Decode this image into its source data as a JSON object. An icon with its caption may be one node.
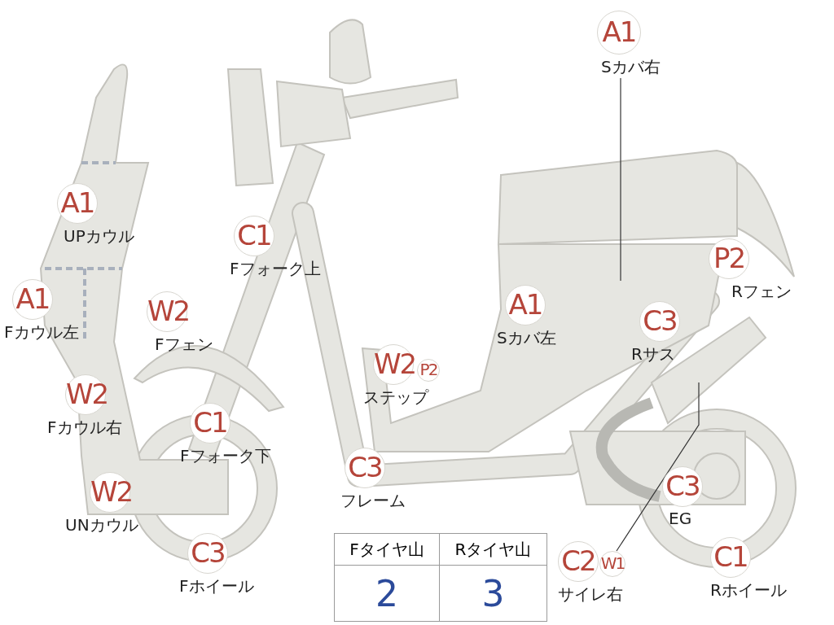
{
  "diagram": {
    "nodes": [
      {
        "text": [
          "A1"
        ],
        "beside": [
          "Sカバ右"
        ]
      },
      {
        "text": [
          "A1"
        ],
        "beside": [
          "UPカウル"
        ]
      },
      {
        "text": [
          "C1"
        ],
        "beside": [
          "Fフォーク上"
        ]
      },
      {
        "text": [
          "P2"
        ],
        "beside": [
          "Rフェン"
        ]
      },
      {
        "text": [
          "A1"
        ],
        "beside": [
          "Fカウル左"
        ]
      },
      {
        "text": [
          "W2"
        ],
        "beside": [
          "Fフェン"
        ]
      },
      {
        "text": [
          "A1"
        ],
        "beside": [
          "Sカバ左"
        ]
      },
      {
        "text": [
          "C3"
        ],
        "beside": [
          "Rサス"
        ]
      },
      {
        "text": [
          "W2"
        ],
        "beside": [
          "ステップ"
        ]
      },
      {
        "text": [
          "P2"
        ]
      },
      {
        "text": [
          "W2"
        ],
        "beside": [
          "Fカウル右"
        ]
      },
      {
        "text": [
          "C1"
        ],
        "beside": [
          "Fフォーク下"
        ]
      },
      {
        "text": [
          "C3"
        ],
        "beside": [
          "フレーム"
        ]
      },
      {
        "text": [
          "W2"
        ],
        "beside": [
          "UNカウル"
        ]
      },
      {
        "text": [
          "C3"
        ],
        "beside": [
          "EG"
        ]
      },
      {
        "text": [
          "C3"
        ],
        "beside": [
          "Fホイール"
        ]
      },
      {
        "text": [
          "C2"
        ],
        "beside": [
          "サイレ右"
        ]
      },
      {
        "text": [
          "W1"
        ]
      },
      {
        "text": [
          "C1"
        ],
        "beside": [
          "Rホイール"
        ]
      }
    ],
    "edges": [
      {
        "from": 0,
        "to": null,
        "arrow": "none"
      },
      {
        "from": 16,
        "to": null,
        "arrow": "none"
      }
    ],
    "labels": [
      "Fタイヤ山",
      "Rタイヤ山",
      "2",
      "3"
    ]
  }
}
